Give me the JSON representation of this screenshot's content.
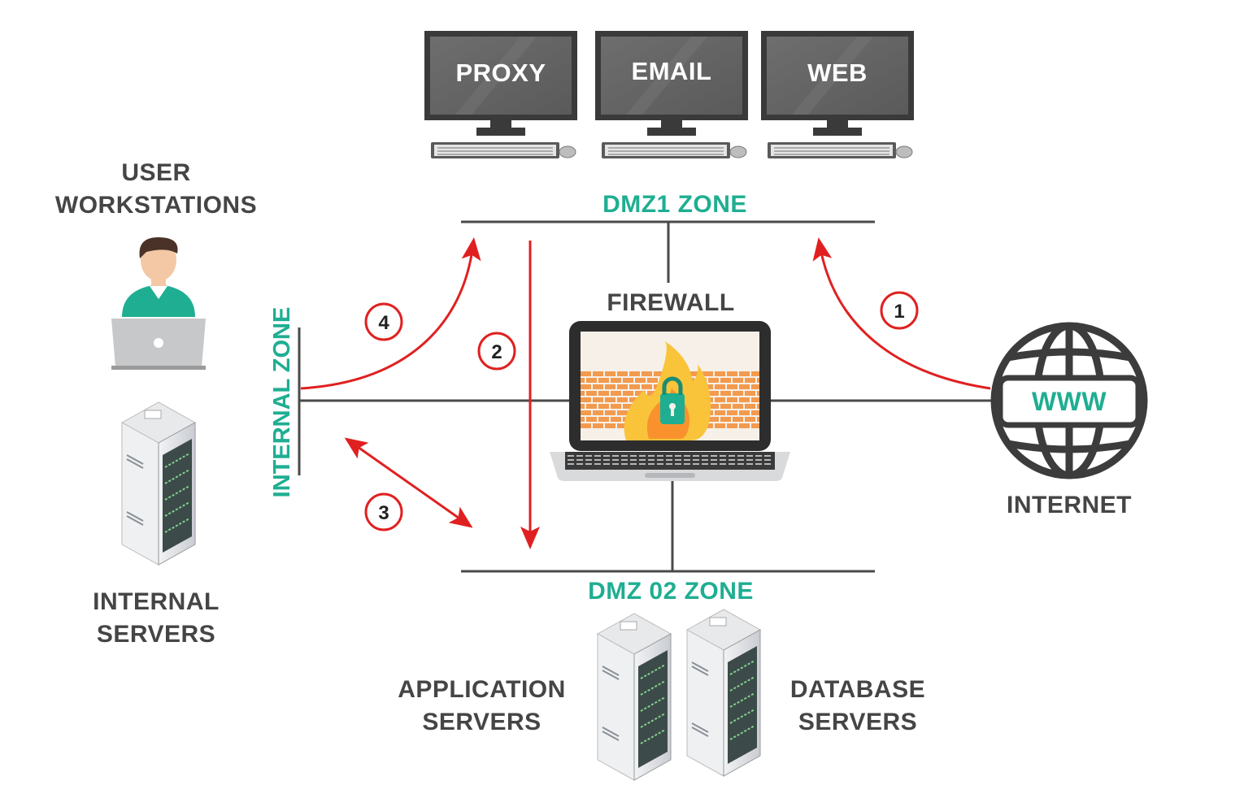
{
  "monitors": [
    {
      "id": "proxy",
      "label": "PROXY"
    },
    {
      "id": "email",
      "label": "EMAIL"
    },
    {
      "id": "web",
      "label": "WEB"
    }
  ],
  "labels": {
    "user_workstations_1": "USER",
    "user_workstations_2": "WORKSTATIONS",
    "internal_servers_1": "INTERNAL",
    "internal_servers_2": "SERVERS",
    "firewall": "FIREWALL",
    "internet": "INTERNET",
    "www": "WWW",
    "application_servers_1": "APPLICATION",
    "application_servers_2": "SERVERS",
    "database_servers_1": "DATABASE",
    "database_servers_2": "SERVERS"
  },
  "zones": {
    "dmz1": "DMZ1 ZONE",
    "dmz2": "DMZ 02 ZONE",
    "internal": "INTERNAL ZONE"
  },
  "flows": [
    {
      "number": "1"
    },
    {
      "number": "2"
    },
    {
      "number": "3"
    },
    {
      "number": "4"
    }
  ],
  "colors": {
    "zone_text": "#1fae92",
    "arrow": "#e02020",
    "label_text": "#454545"
  }
}
